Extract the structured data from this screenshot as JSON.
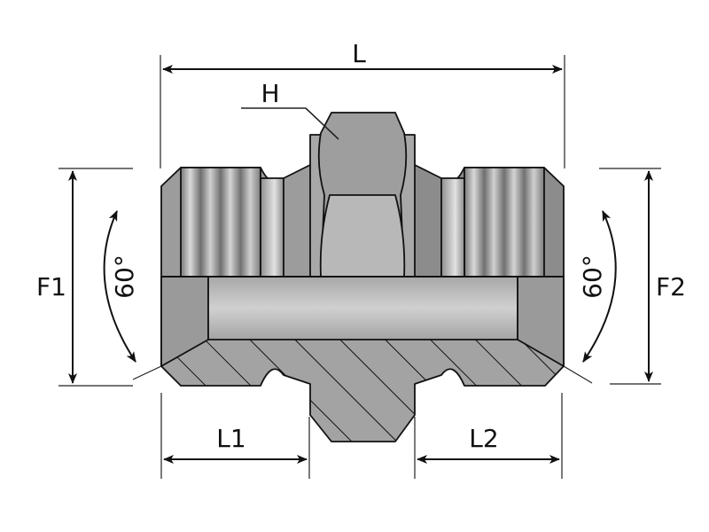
{
  "diagram": {
    "title": "Male-male straight adaptor with hex, 60° cone both ends",
    "labels": {
      "length": "L",
      "hex": "H",
      "thread_left": "F1",
      "thread_right": "F2",
      "angle_left": "60°",
      "angle_right": "60°",
      "length_left": "L1",
      "length_right": "L2"
    },
    "colors": {
      "body": "#9a9a9a",
      "bore": "#c4c4c4",
      "line": "#111111"
    }
  }
}
